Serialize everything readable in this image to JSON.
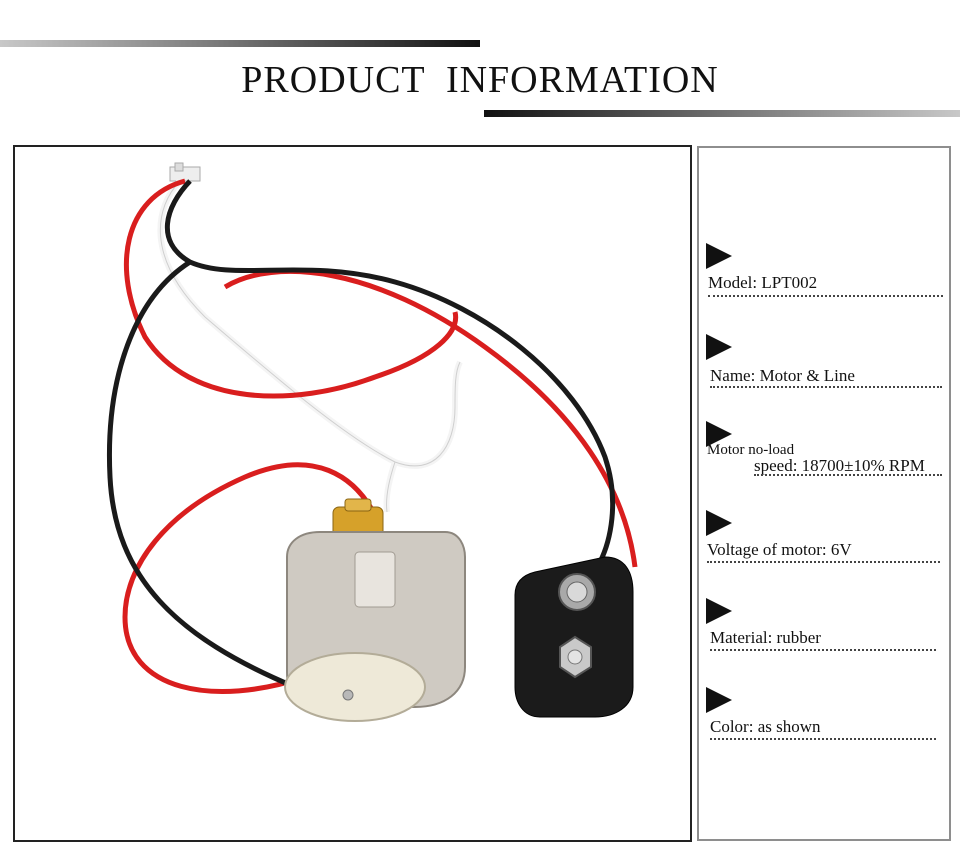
{
  "header": {
    "title": "PRODUCT  INFORMATION"
  },
  "product_image": {
    "alt": "DC motor with red, black and white wires and 9V battery snap connector"
  },
  "specs": [
    {
      "icon": "triangle-bullet-icon",
      "text": "Model: LPT002"
    },
    {
      "icon": "triangle-bullet-icon",
      "text": "Name: Motor & Line"
    },
    {
      "icon": "triangle-bullet-icon",
      "line1": "Motor no-load",
      "line2": "speed: 18700±10% RPM"
    },
    {
      "icon": "triangle-bullet-icon",
      "text": "Voltage of motor: 6V"
    },
    {
      "icon": "triangle-bullet-icon",
      "text": "Material: rubber"
    },
    {
      "icon": "triangle-bullet-icon",
      "text": "Color: as shown"
    }
  ],
  "colors": {
    "wire_red": "#d91e1e",
    "wire_black": "#1a1a1a",
    "motor_silver": "#cfcac2",
    "brass": "#d6a12a"
  }
}
